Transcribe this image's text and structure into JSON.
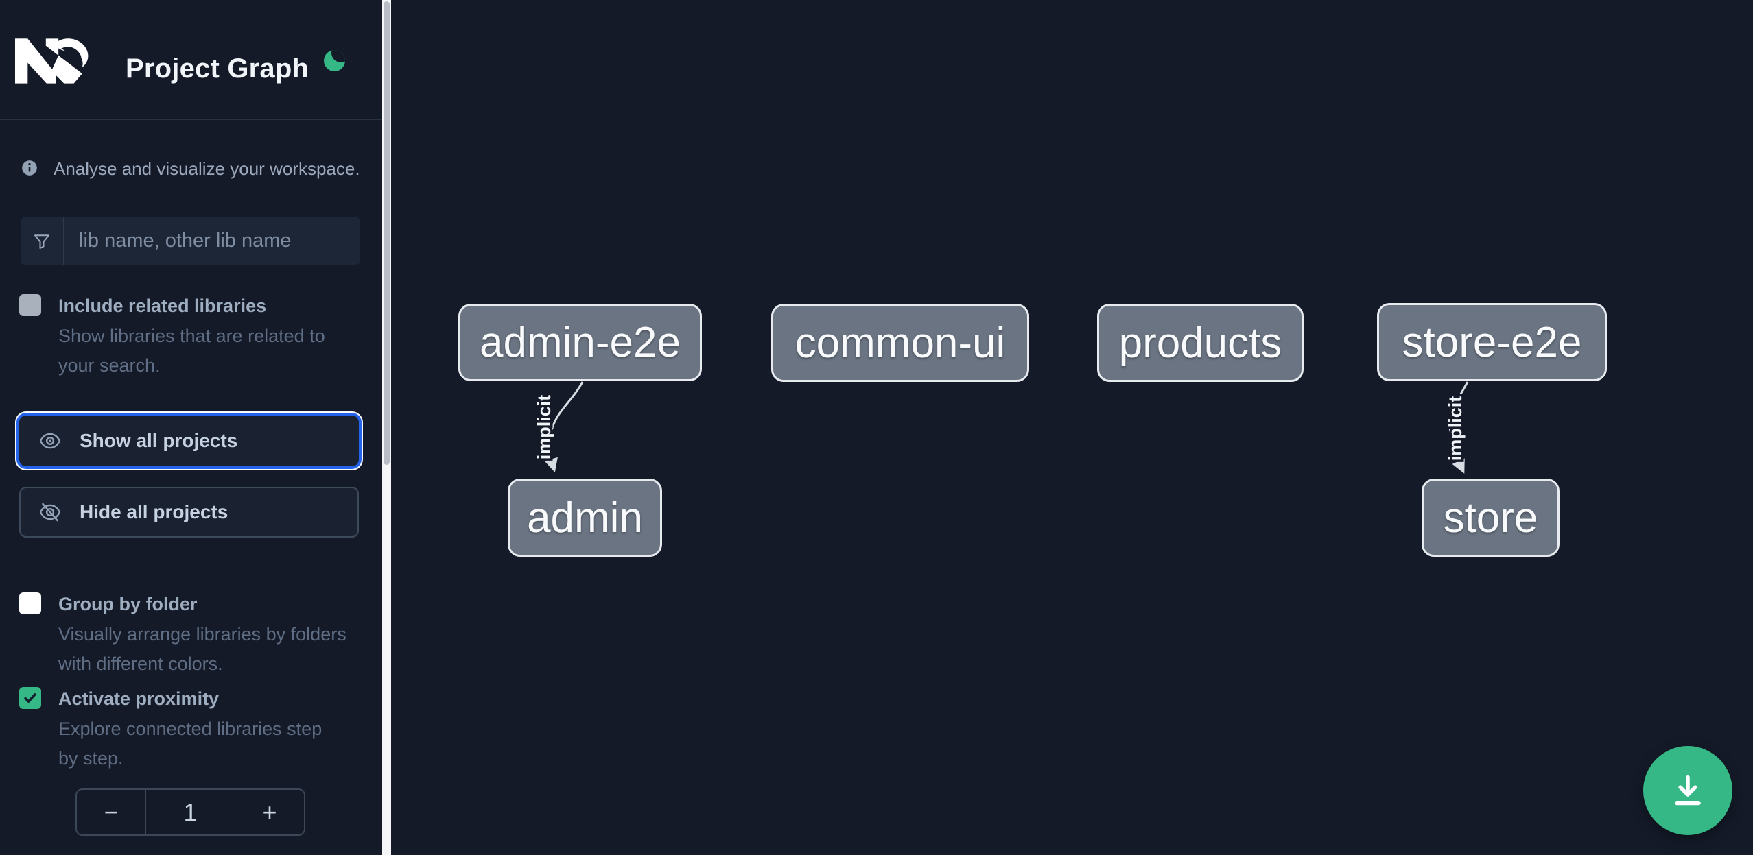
{
  "header": {
    "title": "Project Graph",
    "logo": "Nx",
    "theme_toggle": "dark-mode"
  },
  "sidebar": {
    "info_text": "Analyse and visualize your workspace.",
    "filter": {
      "placeholder": "lib name, other lib name",
      "value": ""
    },
    "actions": [
      {
        "id": "show-all-projects",
        "label": "Show all projects",
        "focused": true
      },
      {
        "id": "hide-all-projects",
        "label": "Hide all projects",
        "focused": false
      }
    ],
    "options": [
      {
        "id": "include-related-libraries",
        "label": "Include related libraries",
        "description": "Show libraries that are related to your search.",
        "checked": false
      },
      {
        "id": "group-by-folder",
        "label": "Group by folder",
        "description": "Visually arrange libraries by folders with different colors.",
        "checked": false
      },
      {
        "id": "activate-proximity",
        "label": "Activate proximity",
        "description": "Explore connected libraries step by step.",
        "checked": true
      }
    ],
    "proximity_stepper": {
      "decrement": "−",
      "value": "1",
      "increment": "+"
    }
  },
  "graph": {
    "nodes": [
      {
        "label": "admin-e2e"
      },
      {
        "label": "common-ui"
      },
      {
        "label": "products"
      },
      {
        "label": "store-e2e"
      },
      {
        "label": "admin"
      },
      {
        "label": "store"
      }
    ],
    "edges": [
      {
        "source": "admin-e2e",
        "target": "admin",
        "label": "implicit"
      },
      {
        "source": "store-e2e",
        "target": "store",
        "label": "implicit"
      }
    ]
  },
  "colors": {
    "background": "#141a28",
    "accent_green": "#35b786",
    "focus_blue": "#2563eb",
    "node_fill": "#6b7482",
    "node_border": "#e7eaee",
    "edge": "#d8dde3"
  }
}
